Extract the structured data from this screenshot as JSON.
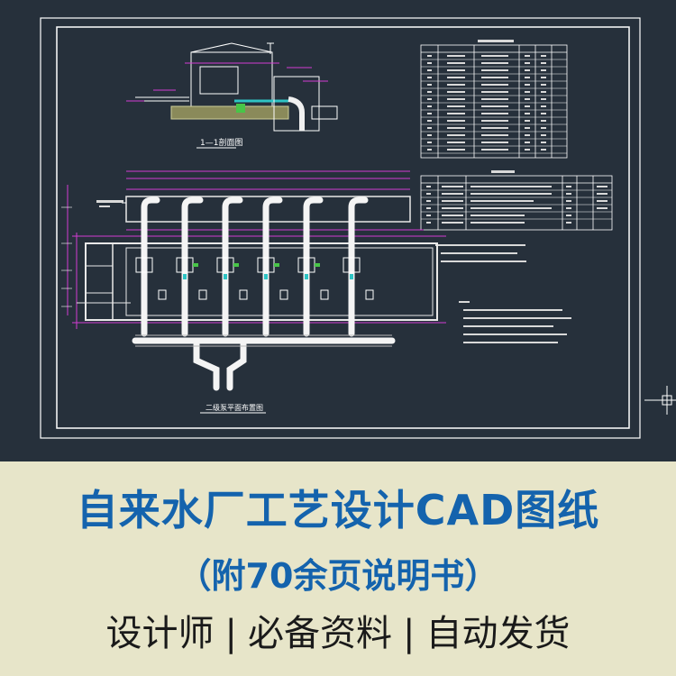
{
  "banner": {
    "title": "自来水厂工艺设计CAD图纸",
    "subtitle": "（附70余页说明书）",
    "tags": [
      "设计师",
      "必备资料",
      "自动发货"
    ],
    "separator": "|"
  },
  "drawing": {
    "section_label": "1—1剖面图",
    "plan_label": "二级泵平面布置图",
    "colors": {
      "background": "#26303b",
      "frame": "#ffffff",
      "pipe": "#ffffff",
      "dimension": "#d33cd3",
      "wall": "#e8e8e8",
      "accent_cyan": "#2ec4c4",
      "accent_yellow": "#e5e055",
      "accent_green": "#48c548"
    }
  }
}
